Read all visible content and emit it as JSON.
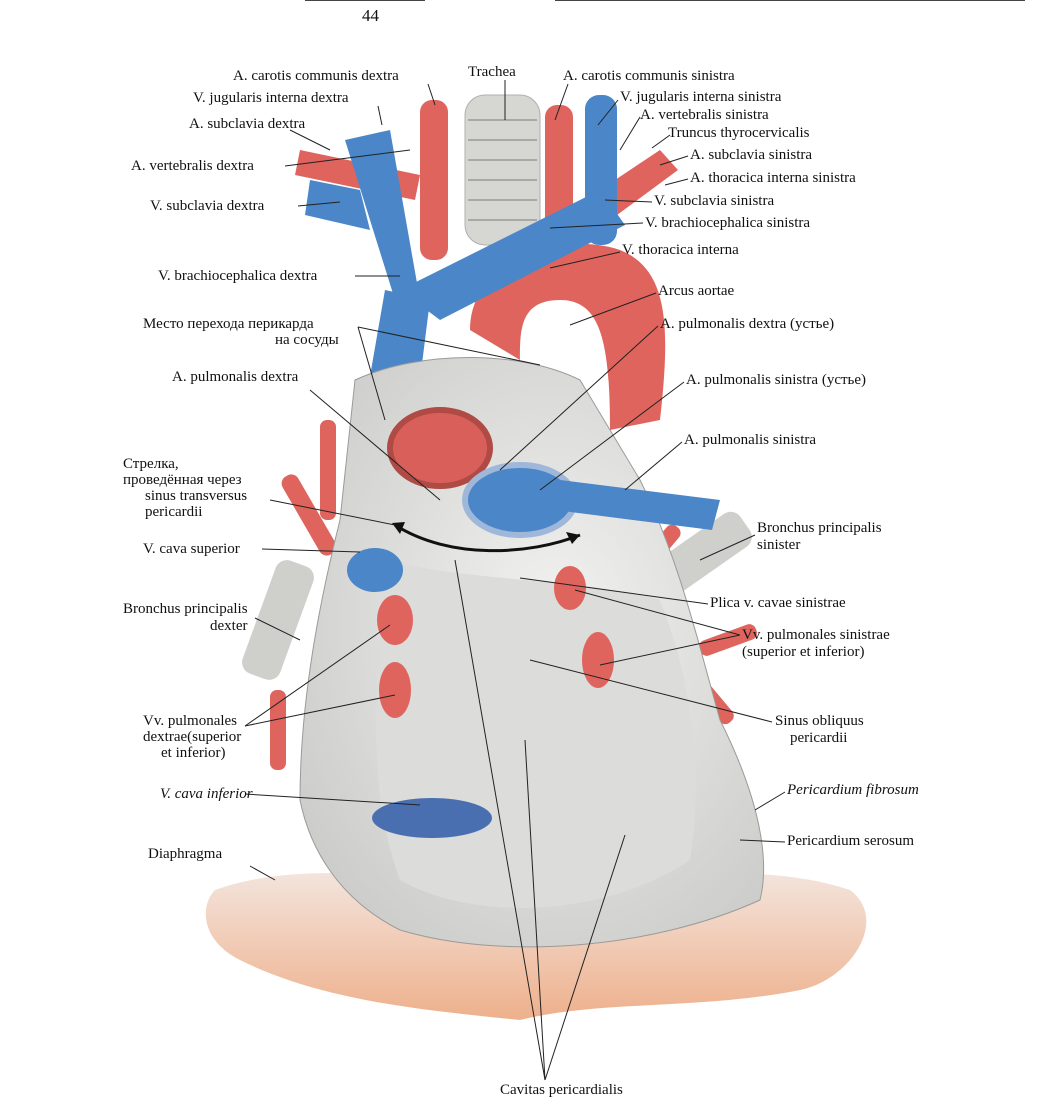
{
  "page_number": "44",
  "labels": {
    "trachea": "Trachea",
    "carotis_dextra": "A. carotis communis dextra",
    "carotis_sinistra": "A. carotis communis sinistra",
    "jugularis_dextra": "V. jugularis interna dextra",
    "jugularis_sinistra": "V. jugularis interna sinistra",
    "subclavia_a_dextra": "A. subclavia dextra",
    "vertebralis_sinistra": "A. vertebralis sinistra",
    "truncus": "Truncus thyrocervicalis",
    "vertebralis_dextra": "A. vertebralis dextra",
    "subclavia_a_sinistra": "A. subclavia sinistra",
    "thoracica_a_sinistra": "A. thoracica interna sinistra",
    "subclavia_v_dextra": "V. subclavia dextra",
    "subclavia_v_sinistra": "V. subclavia sinistra",
    "brachio_sinistra": "V. brachiocephalica sinistra",
    "brachio_dextra": "V. brachiocephalica dextra",
    "thoracica_v": "V. thoracica interna",
    "arcus": "Arcus aortae",
    "mesto_1": "Место перехода перикарда",
    "mesto_2": "на сосуды",
    "pulm_dextra_ustie": "A. pulmonalis dextra (устье)",
    "pulm_dextra": "A. pulmonalis dextra",
    "pulm_sinistra_ustie": "A. pulmonalis sinistra (устье)",
    "pulm_sinistra": "A. pulmonalis sinistra",
    "strelka_1": "Стрелка,",
    "strelka_2": "проведённая через",
    "strelka_3": "sinus transversus",
    "strelka_4": "pericardii",
    "bronchus_sin_1": "Bronchus principalis",
    "bronchus_sin_2": "sinister",
    "cava_sup": "V. cava superior",
    "bronchus_dex_1": "Bronchus principalis",
    "bronchus_dex_2": "dexter",
    "plica": "Plica v. cavae sinistrae",
    "vv_sin_1": "Vv. pulmonales sinistrae",
    "vv_sin_2": "(superior et inferior)",
    "sinus_obl_1": "Sinus obliquus",
    "sinus_obl_2": "pericardii",
    "vv_dex_1": "Vv. pulmonales",
    "vv_dex_2": "dextrae(superior",
    "vv_dex_3": "et inferior)",
    "cava_inf": "V. cava inferior",
    "peri_fib": "Pericardium fibrosum",
    "peri_ser": "Pericardium serosum",
    "diaphragma": "Diaphragma",
    "cavitas": "Cavitas pericardialis"
  },
  "colors": {
    "vein": "#4a86c8",
    "artery": "#e0645e",
    "pericardium": "#e4e4e2",
    "diaphragm": "#f0c8b0"
  }
}
